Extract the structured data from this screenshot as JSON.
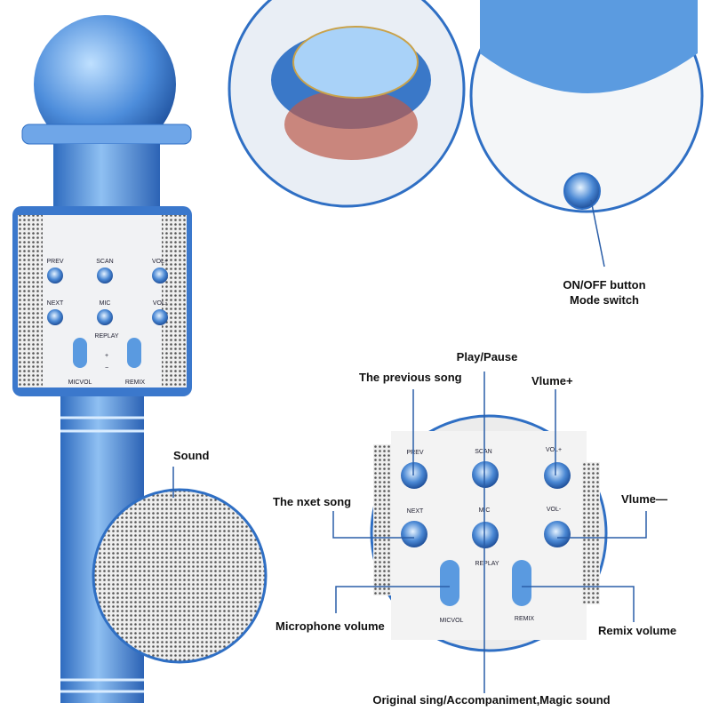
{
  "colors": {
    "accent": "#2f6fc4",
    "leader": "#2a5ea8",
    "body": "#4f8fd8",
    "grille": "#c9c9c9"
  },
  "mic_buttons": {
    "prev": "PREV",
    "scan": "SCAN",
    "vol_up": "VOL+",
    "next": "NEXT",
    "mic": "MIC",
    "vol_down": "VOL-",
    "replay": "REPLAY",
    "plus": "+",
    "minus": "−",
    "micvol": "MICVOL",
    "remix": "REMIX"
  },
  "callouts": {
    "on_off": "ON/OFF button",
    "mode_switch": "Mode switch",
    "sound": "Sound",
    "play_pause": "Play/Pause",
    "previous_song": "The previous song",
    "volume_up": "Vlume+",
    "next_song": "The nxet song",
    "volume_down": "Vlume—",
    "microphone_volume": "Microphone volume",
    "remix_volume": "Remix volume",
    "original_sing": "Original sing/Accompaniment,Magic sound"
  }
}
